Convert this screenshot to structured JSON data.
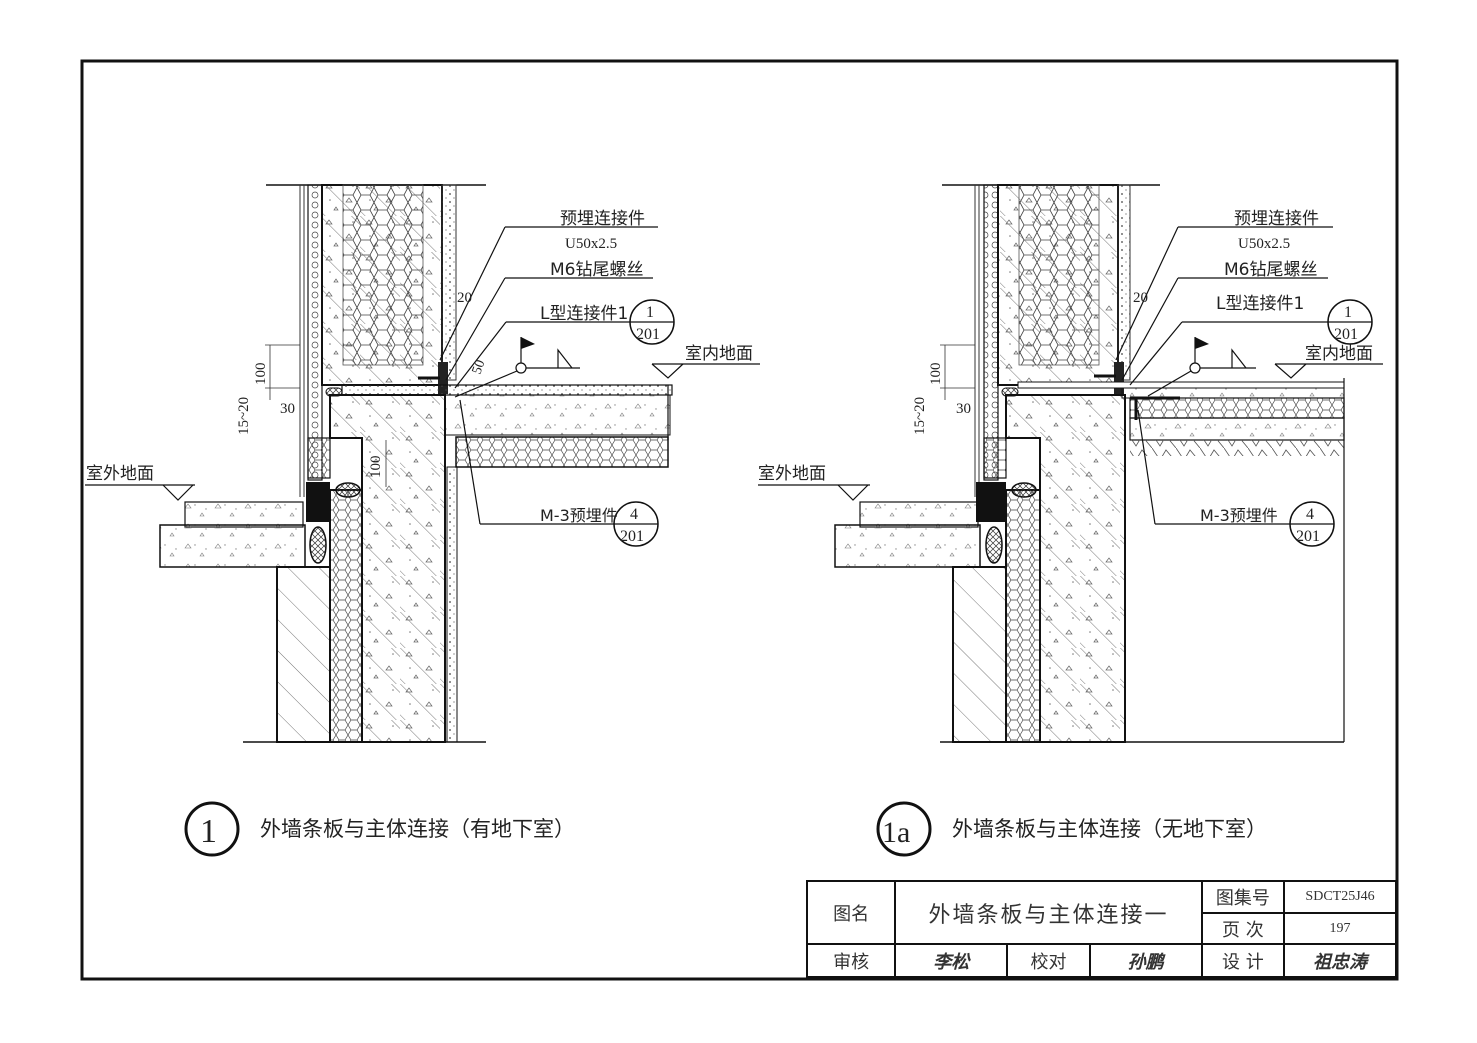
{
  "drawing_sheet": {
    "details": [
      {
        "id": "detail-1",
        "symbol": "1",
        "title": "外墙条板与主体连接（有地下室）",
        "labels": {
          "embedded_connector": "预埋连接件",
          "u_channel": "U50x2.5",
          "self_drilling_screw": "M6钻尾螺丝",
          "l_connector": "L型连接件1",
          "l_connector_ref_top": "1",
          "l_connector_ref_bottom": "201",
          "indoor_floor": "室内地面",
          "outdoor_ground": "室外地面",
          "m3_embedded": "M-3预埋件",
          "m3_ref_top": "4",
          "m3_ref_bottom": "201"
        },
        "dimensions": {
          "d100_upper": "100",
          "d15_20": "15~20",
          "d30": "30",
          "d20": "20",
          "d50": "50",
          "d100_lower": "100"
        }
      },
      {
        "id": "detail-1a",
        "symbol": "1a",
        "title": "外墙条板与主体连接（无地下室）",
        "labels": {
          "embedded_connector": "预埋连接件",
          "u_channel": "U50x2.5",
          "self_drilling_screw": "M6钻尾螺丝",
          "l_connector": "L型连接件1",
          "l_connector_ref_top": "1",
          "l_connector_ref_bottom": "201",
          "indoor_floor": "室内地面",
          "outdoor_ground": "室外地面",
          "m3_embedded": "M-3预埋件",
          "m3_ref_top": "4",
          "m3_ref_bottom": "201"
        },
        "dimensions": {
          "d100_upper": "100",
          "d15_20": "15~20",
          "d30": "30",
          "d20": "20"
        }
      }
    ]
  },
  "title_block": {
    "drawing_name_label": "图名",
    "drawing_name": "外墙条板与主体连接一",
    "atlas_no_label": "图集号",
    "atlas_no": "SDCT25J46",
    "page_label": "页 次",
    "page_no": "197",
    "review_label": "审核",
    "review_signature": "李松",
    "check_label": "校对",
    "check_signature": "孙鹏",
    "design_label": "设 计",
    "design_signature": "祖忠涛"
  }
}
